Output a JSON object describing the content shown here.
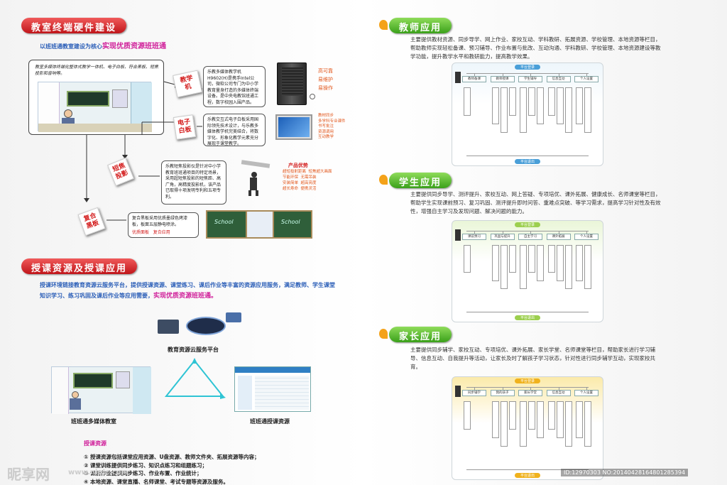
{
  "sec1": {
    "title": "教室终端硬件建设",
    "subtitle_prefix": "以班班通教室建设为核心",
    "subtitle_highlight": "实现优质资源班班通",
    "top_note": "教室多媒体终端化整体式教学一体机、电子白板、符合黑板、短焦投影和音响等。",
    "tags": {
      "teaching_machine": "教学机",
      "whiteboard": "电子白板",
      "short_focus": "短焦投影",
      "composite": "复合黑板"
    },
    "box_machine": "乐教多媒体教学机H9602(H)是携手Intel公司，微软公司专门为中小学教育量身打造的多媒体终端设备。是中央电教馆班通工程，数字校园入围产品。",
    "machine_features": [
      "高可靠",
      "易维护",
      "易操作"
    ],
    "box_whiteboard": "乐教交互式电子白板采用国际领先技术设计，与乐教多媒体教学机完美结合，将数字化、形象化教学元素充分展现于课堂教学。",
    "whiteboard_features": [
      "教材同步",
      "多学科专业课件",
      "书写批注",
      "资源调用",
      "互动教学"
    ],
    "box_projector": "乐教短焦投影仪是针对中小学教育班班通项目的特定场景，采用超短焦投影的短焦距、高广角，高精度投影机，该产品已取得十项发明专利和五项专利。",
    "projector_label": "产品优势",
    "projector_features": [
      "超短投射距离",
      "短焦超大画面",
      "节能环保",
      "无需吊装",
      "安装简单",
      "超高亮度",
      "超长寿命",
      "便携灵活"
    ],
    "box_composite": "复合黑板采用优质墨绿色烤漆板，板面五层静电喷涂。",
    "composite_tags": [
      "优质面板",
      "复合应用"
    ],
    "board_text": "School"
  },
  "sec2": {
    "title": "授课资源及授课应用",
    "para_prefix": "授课环境链接教育资源云服务平台，提供授课资源、课堂练习、课后作业等丰富的资源应用服务，满足教师、学生课堂知识学习、练习巩固及课后作业等应用需要，",
    "para_highlight": "实现优质资源班班通。",
    "cloud_label": "教育资源云服务平台",
    "classroom_label": "班班通多媒体教室",
    "resource_label": "班班通授课资源",
    "list_title": "授课资源",
    "list_items": [
      "① 授课资源包括课堂应用资源、U盘资源、教师文件夹、拓展资源等内容；",
      "② 课堂训练提供同步练习、知识点练习和组题练习；",
      "③ 课后作业提供同步练习、作业布置、作业统计；",
      "④ 本地资源、课堂直播、名师课堂、考试专题等资源及服务。"
    ]
  },
  "teacher": {
    "title": "教师应用",
    "text": "主要提供教材资源、同步导学、网上作业、家校互动、学科教研、拓展资源、学校管理、本地资源等栏目，帮助教师实现轻松备课、预习辅导、作业布置与批改、互动沟通、学科教研、学校管理、本地资源建设等教学功能，提升教学水平和教研能力，提高教学效果。",
    "top_label": "平台登录",
    "bottom_label": "平台退出",
    "heads": [
      "教师备课",
      "教师授课",
      "学生辅导",
      "信息互动",
      "个人设置"
    ],
    "color": "#4a9fd8"
  },
  "student": {
    "title": "学生应用",
    "text": "主要提供同步导学、测评提升、家校互动、网上答疑、专项培优、课外拓展、健康成长、名师课堂等栏目，帮助学生实现课前预习、复习巩固、测评提升即时问答、重难点突破、等学习需求，提高学习针对性及有效性，增强自主学习及发现问题、解决问题的能力。",
    "top_label": "平台登录",
    "bottom_label": "平台退出",
    "heads": [
      "课前预习",
      "巩固与提升",
      "自主学习",
      "课外拓展",
      "个人设置"
    ],
    "color": "#9ccf4e"
  },
  "parent": {
    "title": "家长应用",
    "text": "主要提供同步辅学、家校互动、专项培优、课外拓展、家长学堂、名师课堂等栏目，帮助家长进行学习辅导、信息互动、自我提升等活动，让家长及时了解孩子学习状态，针对性进行同步辅学互动，实现家校共育。",
    "top_label": "平台登录",
    "bottom_label": "平台退出",
    "heads": [
      "同步辅学",
      "我的孩子",
      "家长学堂",
      "信息互动",
      "个人设置"
    ],
    "color": "#f0b21d"
  },
  "watermark": {
    "logo": "昵享网",
    "site": "www.nipic.com",
    "id": "ID:12970303 NO:20140428164801285394"
  }
}
